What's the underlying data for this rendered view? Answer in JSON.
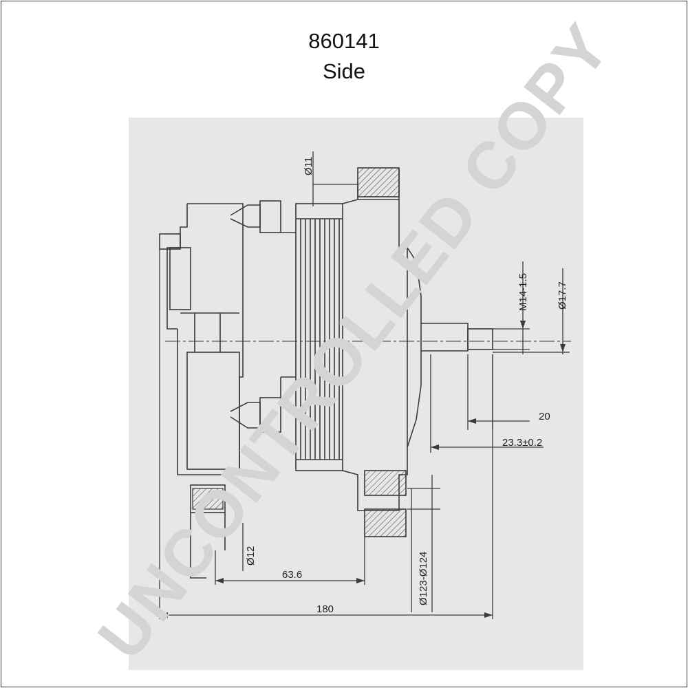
{
  "header": {
    "part_number": "860141",
    "view": "Side"
  },
  "dimensions": {
    "shaft_dia": "Ø11",
    "thread": "M14-1.5",
    "pulley_dia": "Ø17.7",
    "len_20": "20",
    "len_23": "23.3±0.2",
    "mount_dia": "Ø12",
    "len_63": "63.6",
    "bore_dia": "Ø123-Ø124",
    "overall_len": "180"
  },
  "watermark": "UNCONTROLLED COPY",
  "colors": {
    "paper": "#e9e6e8",
    "ink": "#3a3a3a",
    "watermark": "#d4d4d4"
  }
}
